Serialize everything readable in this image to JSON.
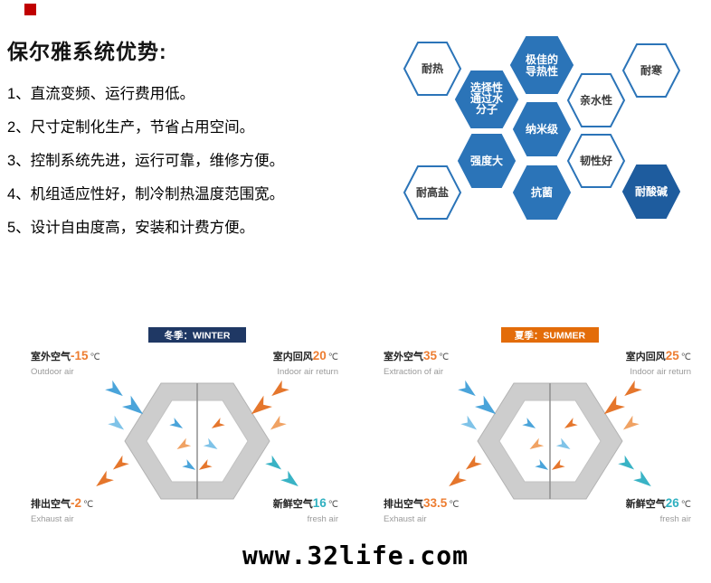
{
  "colors": {
    "accent_red": "#c00000",
    "hex_blue": "#2b74b8",
    "hex_blue_dark": "#1e5c9e",
    "winter_badge": "#1f3864",
    "summer_badge": "#e36c09",
    "warm_temp": "#ed7d31",
    "cool_temp": "#2fb0c0"
  },
  "header": {
    "title": "保尔雅系统优势:"
  },
  "advantages": {
    "items": [
      "1、直流变频、运行费用低。",
      "2、尺寸定制化生产，节省占用空间。",
      "3、控制系统先进，运行可靠，维修方便。",
      "4、机组适应性好，制冷制热温度范围宽。",
      "5、设计自由度高，安装和计费方便。"
    ]
  },
  "hex_cluster": {
    "items": [
      {
        "shape_css": "hex outline",
        "text_css": "hex-label on-white",
        "lines": [
          "耐热"
        ]
      },
      {
        "shape_css": "hex filled",
        "text_css": "hex-label on-blue",
        "lines": [
          "极佳的",
          "导热性"
        ]
      },
      {
        "shape_css": "hex outline",
        "text_css": "hex-label on-white",
        "lines": [
          "耐寒"
        ]
      },
      {
        "shape_css": "hex filled",
        "text_css": "hex-label on-blue",
        "lines": [
          "选择性",
          "通过水",
          "分子"
        ]
      },
      {
        "shape_css": "hex outline",
        "text_css": "hex-label on-white",
        "lines": [
          "亲水性"
        ]
      },
      {
        "shape_css": "hex filled",
        "text_css": "hex-label on-blue",
        "lines": [
          "纳米级"
        ]
      },
      {
        "shape_css": "hex filled",
        "text_css": "hex-label on-blue",
        "lines": [
          "强度大"
        ]
      },
      {
        "shape_css": "hex outline",
        "text_css": "hex-label on-white",
        "lines": [
          "韧性好"
        ]
      },
      {
        "shape_css": "hex outline",
        "text_css": "hex-label on-white",
        "lines": [
          "耐高盐"
        ]
      },
      {
        "shape_css": "hex filled",
        "text_css": "hex-label on-blue",
        "lines": [
          "抗菌"
        ]
      },
      {
        "shape_css": "hex filled dark",
        "text_css": "hex-label on-blue",
        "lines": [
          "耐酸碱"
        ]
      }
    ]
  },
  "diagrams": [
    {
      "season_label": "冬季：WINTER",
      "badge_color": "#1f3864",
      "corners": {
        "top_left": {
          "cn": "室外空气",
          "temp": "-15",
          "unit": "℃",
          "en": "Outdoor air",
          "temp_color": "#ed7d31"
        },
        "top_right": {
          "cn": "室内回风",
          "temp": "20",
          "unit": "℃",
          "en": "Indoor air return",
          "temp_color": "#ed7d31"
        },
        "bottom_left": {
          "cn": "排出空气",
          "temp": "-2",
          "unit": "℃",
          "en": "Exhaust air",
          "temp_color": "#ed7d31"
        },
        "bottom_right": {
          "cn": "新鲜空气",
          "temp": "16",
          "unit": "℃",
          "en": "fresh air",
          "temp_color": "#2fb0c0"
        }
      }
    },
    {
      "season_label": "夏季：SUMMER",
      "badge_color": "#e36c09",
      "corners": {
        "top_left": {
          "cn": "室外空气",
          "temp": "35",
          "unit": "℃",
          "en": "Extraction of air",
          "temp_color": "#ed7d31"
        },
        "top_right": {
          "cn": "室内回风",
          "temp": "25",
          "unit": "℃",
          "en": "Indoor air return",
          "temp_color": "#ed7d31"
        },
        "bottom_left": {
          "cn": "排出空气",
          "temp": "33.5",
          "unit": "℃",
          "en": "Exhaust air",
          "temp_color": "#ed7d31"
        },
        "bottom_right": {
          "cn": "新鲜空气",
          "temp": "26",
          "unit": "℃",
          "en": "fresh air",
          "temp_color": "#2fb0c0"
        }
      }
    }
  ],
  "footer": {
    "url": "www.32life.com"
  }
}
